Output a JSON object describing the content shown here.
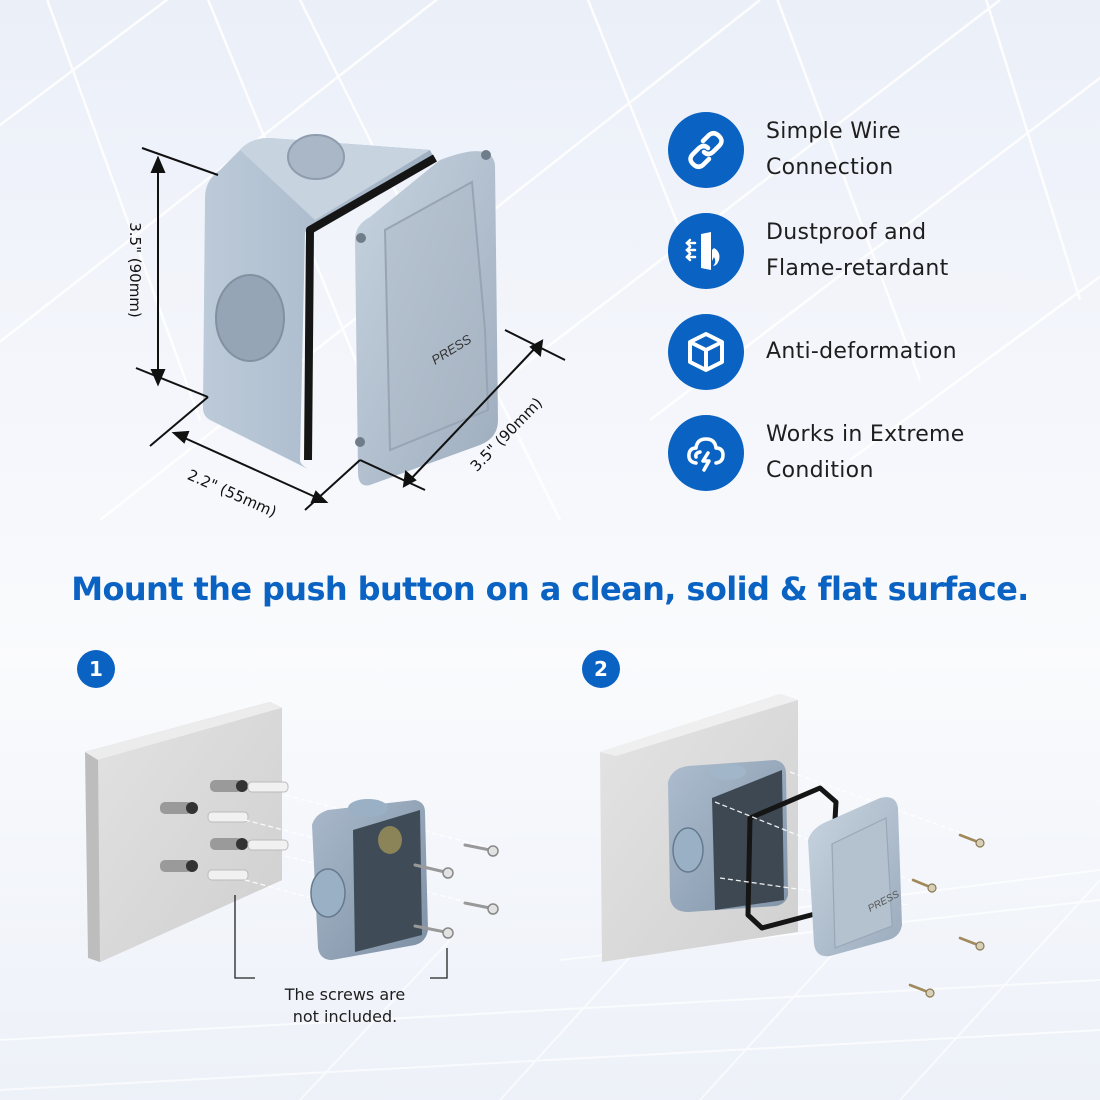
{
  "colors": {
    "accent": "#0a62c2",
    "text": "#1e1e1e",
    "product_grey": "#9aa8b8"
  },
  "product": {
    "height_label": "3.5\" (90mm)",
    "depth_label": "2.2\" (55mm)",
    "width_label": "3.5\" (90mm)",
    "button_text": "PRESS"
  },
  "features": [
    {
      "icon": "link-icon",
      "label": "Simple Wire\nConnection"
    },
    {
      "icon": "dustproof-flame-icon",
      "label": "Dustproof and\nFlame-retardant"
    },
    {
      "icon": "cube-icon",
      "label": "Anti-deformation"
    },
    {
      "icon": "storm-cloud-icon",
      "label": "Works in Extreme\nCondition"
    }
  ],
  "heading": "Mount the push button on a clean, solid & flat surface.",
  "steps": [
    {
      "number": "1"
    },
    {
      "number": "2"
    }
  ],
  "note": "The screws are\nnot included."
}
